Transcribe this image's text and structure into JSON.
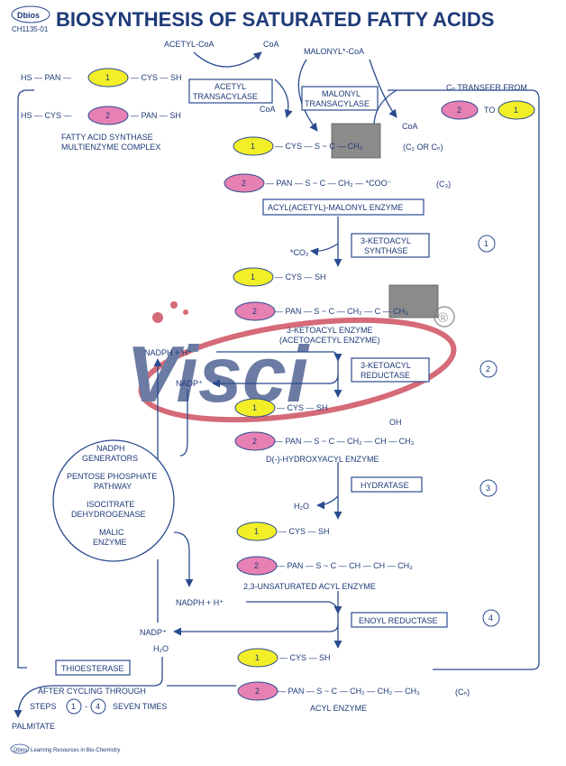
{
  "header": {
    "logo_text": "Dbios",
    "code": "CH1135-01",
    "title": "BIOSYNTHESIS OF SATURATED FATTY ACIDS"
  },
  "top": {
    "acetyl_coa": "ACETYL-CoA",
    "coa_1": "CoA",
    "coa_2": "CoA",
    "malonyl_coa": "MALONYL*-CoA",
    "coa_3": "CoA",
    "acetyl_transacylase": [
      "ACETYL",
      "TRANSACYLASE"
    ],
    "malonyl_transacylase": [
      "MALONYL",
      "TRANSACYLASE"
    ],
    "complex_row1": [
      "HS — PAN —",
      "1",
      "— CYS — SH"
    ],
    "complex_row2": [
      "HS — CYS —",
      "2",
      "— PAN — SH"
    ],
    "complex_label": [
      "FATTY ACID SYNTHASE",
      "MULTIENZYME COMPLEX"
    ],
    "transfer_label": "Cₙ TRANSFER FROM",
    "transfer_to": "TO"
  },
  "step0": {
    "row1": "— CYS — S ~ C — CH₃",
    "row1_note": "(C₂ OR Cₙ)",
    "row2": "— PAN — S ~ C — CH₂ — *COO⁻",
    "row2_note": "(C₃)",
    "enzyme_box": "ACYL(ACETYL)-MALONYL ENZYME"
  },
  "step1": {
    "num": "1",
    "box": [
      "3-KETOACYL",
      "SYNTHASE"
    ],
    "co2": "*CO₂",
    "row1": "— CYS — SH",
    "row2": "— PAN — S ~ C — CH₂ — C — CH₃",
    "label": [
      "3-KETOACYL ENZYME",
      "(ACETOACETYL ENZYME)"
    ]
  },
  "step2": {
    "num": "2",
    "box": [
      "3-KETOACYL",
      "REDUCTASE"
    ],
    "nadph": "NADPH + H⁺",
    "nadp": "NADP⁺",
    "row1": "— CYS — SH",
    "row2": "— PAN — S ~ C — CH₂ — CH — CH₃",
    "oh": "OH",
    "label": "D(-)-HYDROXYACYL ENZYME"
  },
  "nadph_generators": [
    "NADPH",
    "GENERATORS",
    "PENTOSE PHOSPHATE",
    "PATHWAY",
    "ISOCITRATE",
    "DEHYDROGENASE",
    "MALIC",
    "ENZYME"
  ],
  "step3": {
    "num": "3",
    "box": "HYDRATASE",
    "h2o": "H₂O",
    "row1": "— CYS — SH",
    "row2": "— PAN — S ~ C — CH — CH — CH₃",
    "label": "2,3-UNSATURATED ACYL ENZYME"
  },
  "step4": {
    "num": "4",
    "box": "ENOYL REDUCTASE",
    "nadph": "NADPH + H⁺",
    "nadp": "NADP⁺",
    "row1": "— CYS — SH",
    "row2": "— PAN — S ~ C — CH₂ — CH₂ — CH₃",
    "row2_note": "(Cₙ)",
    "label": "ACYL ENZYME"
  },
  "bottom": {
    "h2o": "H₂O",
    "thioesterase": "THIOESTERASE",
    "cycling": "AFTER CYCLING THROUGH",
    "steps": "STEPS",
    "step_a": "1",
    "step_b": "4",
    "seven": "SEVEN TIMES",
    "palmitate": "PALMITATE",
    "footer": "Learning Resources in Bio-Chemistry",
    "footer_logo": "Dbios"
  },
  "watermark": {
    "text": "Visci",
    "reg": "®"
  },
  "enzyme_labels": {
    "one": "1",
    "two": "2"
  },
  "colors": {
    "ink": "#1e3a78",
    "yellow": "#f2ee27",
    "pink": "#e780b3",
    "grey_box": "#8b8b8b",
    "watermark_red": "#c8394b",
    "watermark_blue": "#3a4f86"
  }
}
